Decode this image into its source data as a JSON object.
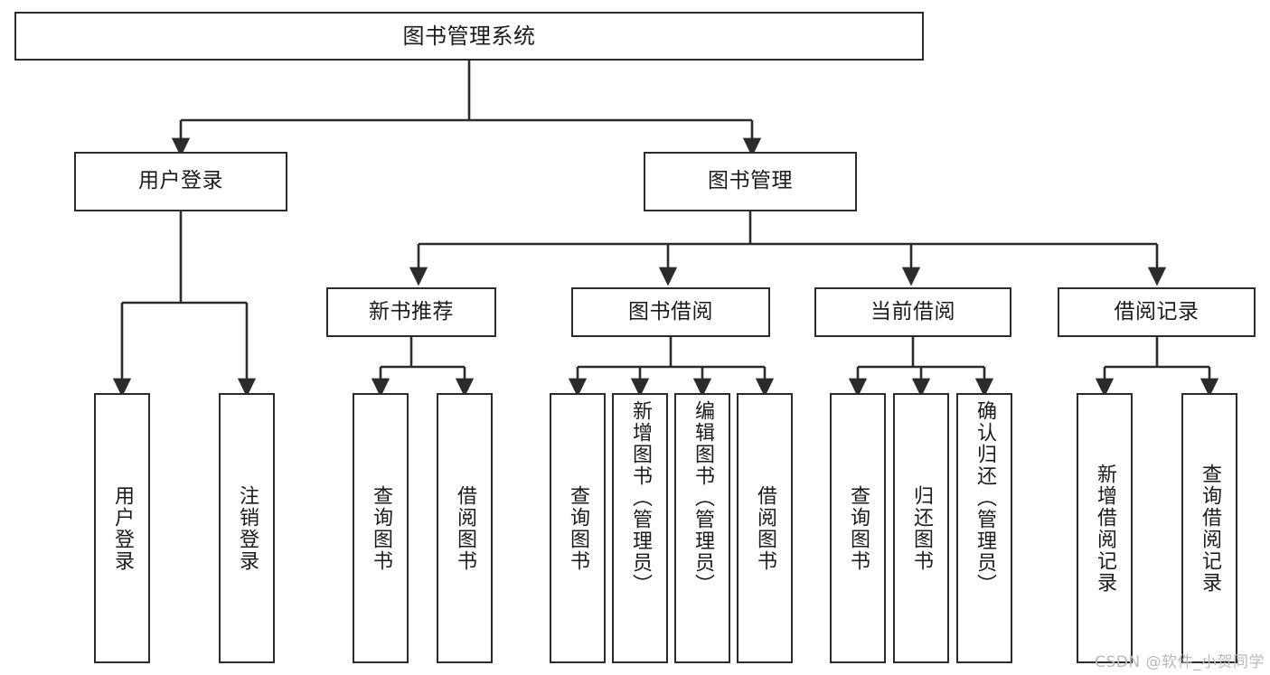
{
  "diagram": {
    "title": "图书管理系统",
    "type": "tree",
    "watermark": "CSDN @软件_小贺同学",
    "line_color": "#2b2b2b",
    "box_fill": "#ffffff",
    "text_color": "#1b1b1b"
  },
  "nodes": {
    "root": {
      "label": "图书管理系统",
      "level": 1
    },
    "l2": [
      {
        "id": "user-login",
        "label": "用户登录",
        "level": 2
      },
      {
        "id": "book-manage",
        "label": "图书管理",
        "level": 2
      }
    ],
    "l3": [
      {
        "id": "new-book-recommend",
        "label": "新书推荐",
        "level": 3
      },
      {
        "id": "book-borrow",
        "label": "图书借阅",
        "level": 3
      },
      {
        "id": "current-borrow",
        "label": "当前借阅",
        "level": 3
      },
      {
        "id": "borrow-record",
        "label": "借阅记录",
        "level": 3
      }
    ],
    "leaves": [
      {
        "id": "leaf-user-login",
        "label": "用户登录",
        "parent": "user-login"
      },
      {
        "id": "leaf-user-logout",
        "label": "注销登录",
        "parent": "user-login"
      },
      {
        "id": "leaf-query-book-1",
        "label": "查询图书",
        "parent": "new-book-recommend"
      },
      {
        "id": "leaf-borrow-book-1",
        "label": "借阅图书",
        "parent": "new-book-recommend"
      },
      {
        "id": "leaf-query-book-2",
        "label": "查询图书",
        "parent": "book-borrow"
      },
      {
        "id": "leaf-add-book",
        "label": "新增图书（管理员）",
        "parent": "book-borrow"
      },
      {
        "id": "leaf-edit-book",
        "label": "编辑图书（管理员）",
        "parent": "book-borrow"
      },
      {
        "id": "leaf-borrow-book-2",
        "label": "借阅图书",
        "parent": "book-borrow"
      },
      {
        "id": "leaf-query-book-3",
        "label": "查询图书",
        "parent": "current-borrow"
      },
      {
        "id": "leaf-return-book",
        "label": "归还图书",
        "parent": "current-borrow"
      },
      {
        "id": "leaf-confirm-return",
        "label": "确认归还（管理员）",
        "parent": "current-borrow"
      },
      {
        "id": "leaf-add-record",
        "label": "新增借阅记录",
        "parent": "borrow-record"
      },
      {
        "id": "leaf-query-record",
        "label": "查询借阅记录",
        "parent": "borrow-record"
      }
    ]
  }
}
